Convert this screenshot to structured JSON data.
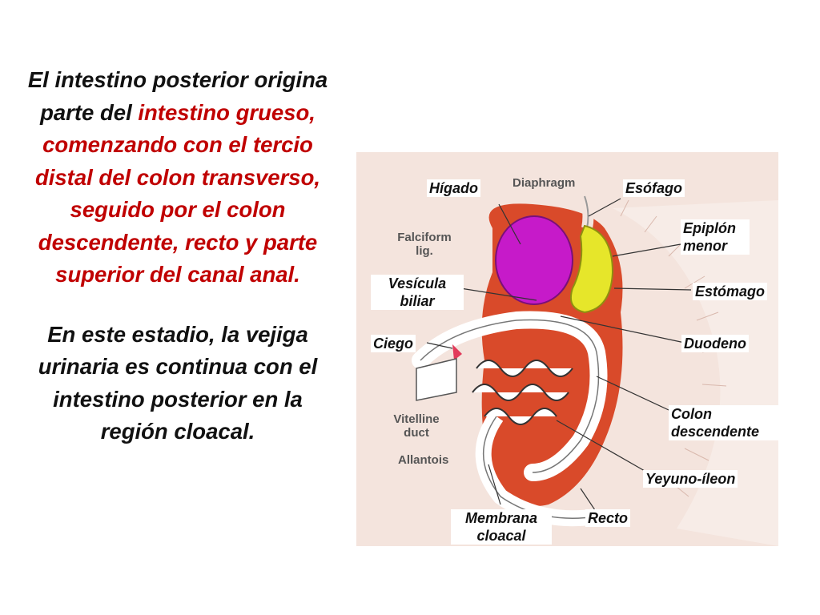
{
  "text": {
    "p1_a": "El intestino posterior origina parte del",
    "p1_b": "intestino grueso,",
    "p1_c": "comenzando con el tercio distal del colon transverso, seguido por el colon descendente, recto y parte superior del canal anal.",
    "p2": "En este estadio, la vejiga urinaria es continua con el intestino posterior en la región cloacal."
  },
  "labels": {
    "higado": "Hígado",
    "esofago": "Esófago",
    "epiplon": "Epiplón menor",
    "estomago": "Estómago",
    "vesicula": "Vesícula biliar",
    "ciego": "Ciego",
    "duodeno": "Duodeno",
    "colon": "Colon descendente",
    "yeyuno": "Yeyuno-íleon",
    "membrana": "Membrana cloacal",
    "recto": "Recto"
  },
  "original_labels": {
    "diaphragm": "Diaphragm",
    "falciform": "Falciform lig.",
    "vitelline": "Vitelline duct",
    "allantois": "Allantois"
  },
  "colors": {
    "text_red": "#c00000",
    "liver": "#c61ac9",
    "stomach": "#e6e62a",
    "mesentery": "#d94a2a",
    "tissue": "#f4e4dd"
  }
}
